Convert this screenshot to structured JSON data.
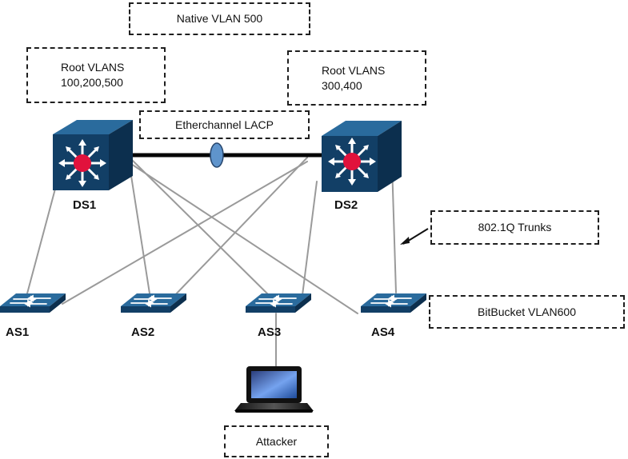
{
  "notes": {
    "native_vlan": "Native VLAN 500",
    "root_left_line1": "Root VLANS",
    "root_left_line2": "100,200,500",
    "root_right_line1": "Root VLANS",
    "root_right_line2": "300,400",
    "etherchannel": "Etherchannel LACP",
    "trunks": "802.1Q Trunks",
    "bitbucket": "BitBucket VLAN600",
    "attacker": "Attacker"
  },
  "devices": {
    "ds1": "DS1",
    "ds2": "DS2",
    "as1": "AS1",
    "as2": "AS2",
    "as3": "AS3",
    "as4": "AS4"
  },
  "colors": {
    "device_blue": "#123f66",
    "device_light": "#2a6b9d",
    "core_red": "#e1123c",
    "etherchannel_blue": "#5f94cc",
    "link_gray": "#9a9a9a"
  },
  "icons": {
    "distribution_switch": "multilayer-switch-icon",
    "access_switch": "switch-icon",
    "attacker_device": "laptop-icon"
  }
}
